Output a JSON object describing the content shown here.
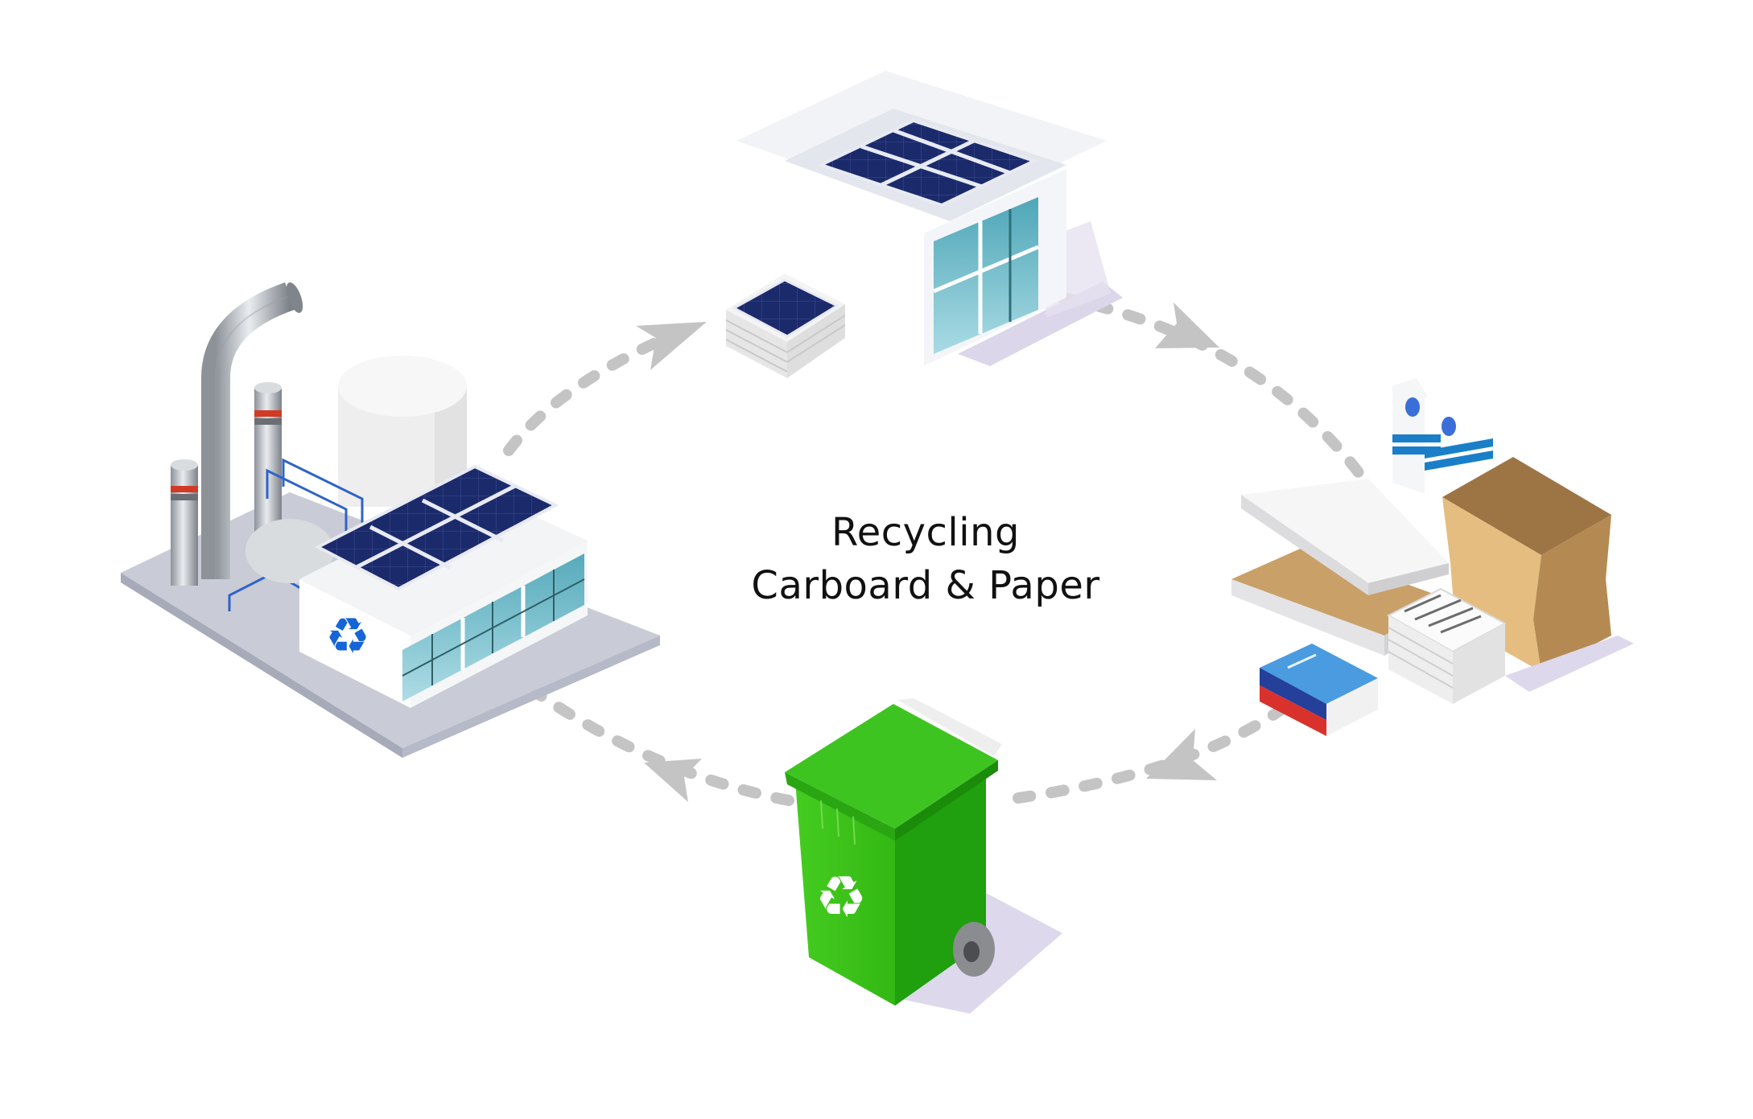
{
  "diagram": {
    "type": "cycle",
    "title": {
      "line1": "Recycling",
      "line2": "Carboard & Paper"
    },
    "stages": [
      {
        "id": "factory",
        "label": "Recycling factory with solar panels and smokestacks",
        "icon": "factory-icon"
      },
      {
        "id": "office",
        "label": "Office building with solar roof and paper stack",
        "icon": "building-icon"
      },
      {
        "id": "paper-waste",
        "label": "Cardboard boxes, milk cartons, paper stacks and books",
        "icon": "cardboard-waste-icon"
      },
      {
        "id": "bin",
        "label": "Green recycling wheelie bin",
        "icon": "recycle-bin-icon"
      }
    ],
    "flow": [
      {
        "from": "factory",
        "to": "office"
      },
      {
        "from": "office",
        "to": "paper-waste"
      },
      {
        "from": "paper-waste",
        "to": "bin"
      },
      {
        "from": "bin",
        "to": "factory"
      }
    ],
    "colors": {
      "arrow": "#c4c4c4",
      "solar_panel": "#1b2a6b",
      "glass": "#6fb8c6",
      "bin_green": "#3cc31c",
      "bin_green_dark": "#1f9a0e",
      "recycle_blue": "#1565d8",
      "cardboard": "#c9a068",
      "carton_stripe": "#1a7fc8",
      "shadow": "#ddd8ec",
      "book_blue": "#4a9be0",
      "book_red": "#d9322d"
    }
  }
}
